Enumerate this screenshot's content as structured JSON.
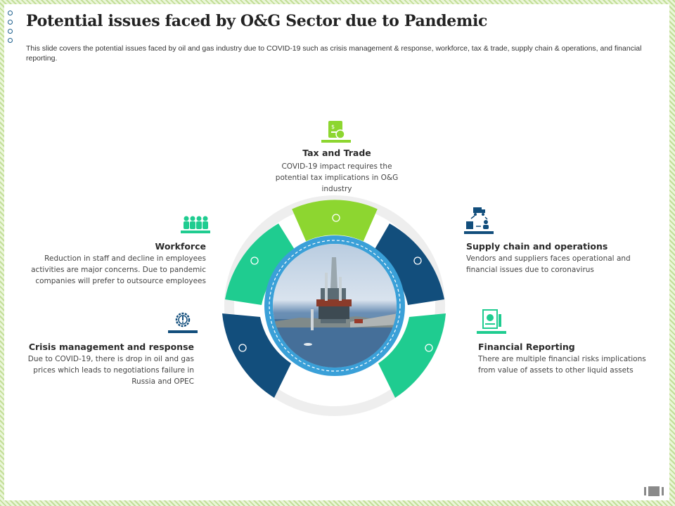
{
  "slide": {
    "title": "Potential issues faced by O&G Sector due to Pandemic",
    "subtitle": "This slide covers the potential issues faced by oil and gas industry due to COVID-19 such as crisis management & response, workforce, tax & trade, supply chain & operations, and financial reporting."
  },
  "issues": [
    {
      "title": "Tax and Trade",
      "text": "COVID-19 impact requires the potential tax implications in O&G industry",
      "icon": "tax-document-icon",
      "color": "#8dd630"
    },
    {
      "title": "Workforce",
      "text": "Reduction in staff and decline in employees activities are major concerns. Due to pandemic companies will prefer to outsource employees",
      "icon": "people-group-icon",
      "color": "#1fcc90"
    },
    {
      "title": "Supply chain and operations",
      "text": "Vendors and suppliers faces operational and financial issues due to coronavirus",
      "icon": "supply-chain-icon",
      "color": "#124e7c"
    },
    {
      "title": "Crisis management and response",
      "text": "Due to COVID-19, there is drop in oil and gas prices which leads to negotiations failure in Russia and OPEC",
      "icon": "alert-gear-icon",
      "color": "#124e7c"
    },
    {
      "title": "Financial Reporting",
      "text": "There are multiple financial risks implications from value of assets to other liquid assets",
      "icon": "report-document-icon",
      "color": "#1fcc90"
    }
  ],
  "center_image": "offshore-oil-rig-photo"
}
